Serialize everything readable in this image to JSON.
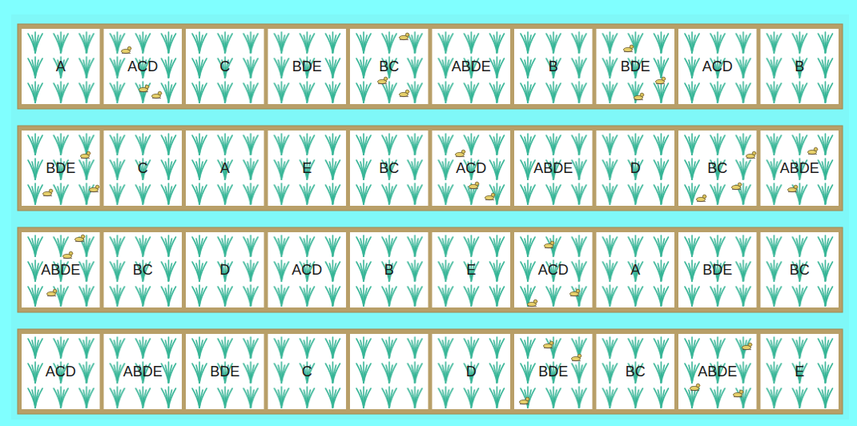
{
  "diagram": {
    "nodes": [
      {
        "text": [
          "A"
        ]
      },
      {
        "text": [
          "ACD"
        ]
      },
      {
        "text": [
          "C"
        ]
      },
      {
        "text": [
          "BDE"
        ]
      },
      {
        "text": [
          "BC"
        ]
      },
      {
        "text": [
          "ABDE"
        ]
      },
      {
        "text": [
          "B"
        ]
      },
      {
        "text": [
          "BDE"
        ]
      },
      {
        "text": [
          "ACD"
        ]
      },
      {
        "text": [
          "B"
        ]
      },
      {
        "text": [
          "BDE"
        ]
      },
      {
        "text": [
          "C"
        ]
      },
      {
        "text": [
          "A"
        ]
      },
      {
        "text": [
          "E"
        ]
      },
      {
        "text": [
          "BC"
        ]
      },
      {
        "text": [
          "ACD"
        ]
      },
      {
        "text": [
          "ABDE"
        ]
      },
      {
        "text": [
          "D"
        ]
      },
      {
        "text": [
          "BC"
        ]
      },
      {
        "text": [
          "ABDE"
        ]
      },
      {
        "text": [
          "ABDE"
        ]
      },
      {
        "text": [
          "BC"
        ]
      },
      {
        "text": [
          "D"
        ]
      },
      {
        "text": [
          "ACD"
        ]
      },
      {
        "text": [
          "B"
        ]
      },
      {
        "text": [
          "E"
        ]
      },
      {
        "text": [
          "ACD"
        ]
      },
      {
        "text": [
          "A"
        ]
      },
      {
        "text": [
          "BDE"
        ]
      },
      {
        "text": [
          "BC"
        ]
      },
      {
        "text": [
          "ACD"
        ]
      },
      {
        "text": [
          "ABDE"
        ]
      },
      {
        "text": [
          "BDE"
        ]
      },
      {
        "text": [
          "C"
        ]
      },
      {
        "text": [
          "D"
        ]
      },
      {
        "text": [
          "BDE"
        ]
      },
      {
        "text": [
          "BC"
        ]
      },
      {
        "text": [
          "ABDE"
        ]
      },
      {
        "text": [
          "E"
        ]
      }
    ]
  }
}
